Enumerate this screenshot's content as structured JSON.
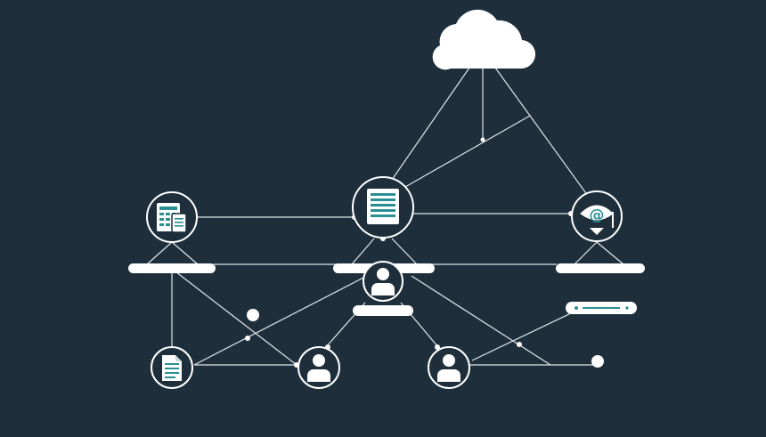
{
  "colors": {
    "background": "#1e2f3b",
    "line": "#dfe6ea",
    "node_outline": "#ffffff",
    "icon_fill": "#ffffff",
    "icon_accent": "#2a8f92"
  },
  "nodes": [
    {
      "id": "cloud",
      "icon": "cloud-icon"
    },
    {
      "id": "spreadsheet",
      "icon": "spreadsheet-icon"
    },
    {
      "id": "document-center",
      "icon": "document-icon"
    },
    {
      "id": "email",
      "icon": "email-at-icon",
      "label": "@"
    },
    {
      "id": "user-top",
      "icon": "user-icon"
    },
    {
      "id": "file-bottom",
      "icon": "file-icon"
    },
    {
      "id": "user-bottom-left",
      "icon": "user-icon"
    },
    {
      "id": "user-bottom-right",
      "icon": "user-icon"
    }
  ]
}
